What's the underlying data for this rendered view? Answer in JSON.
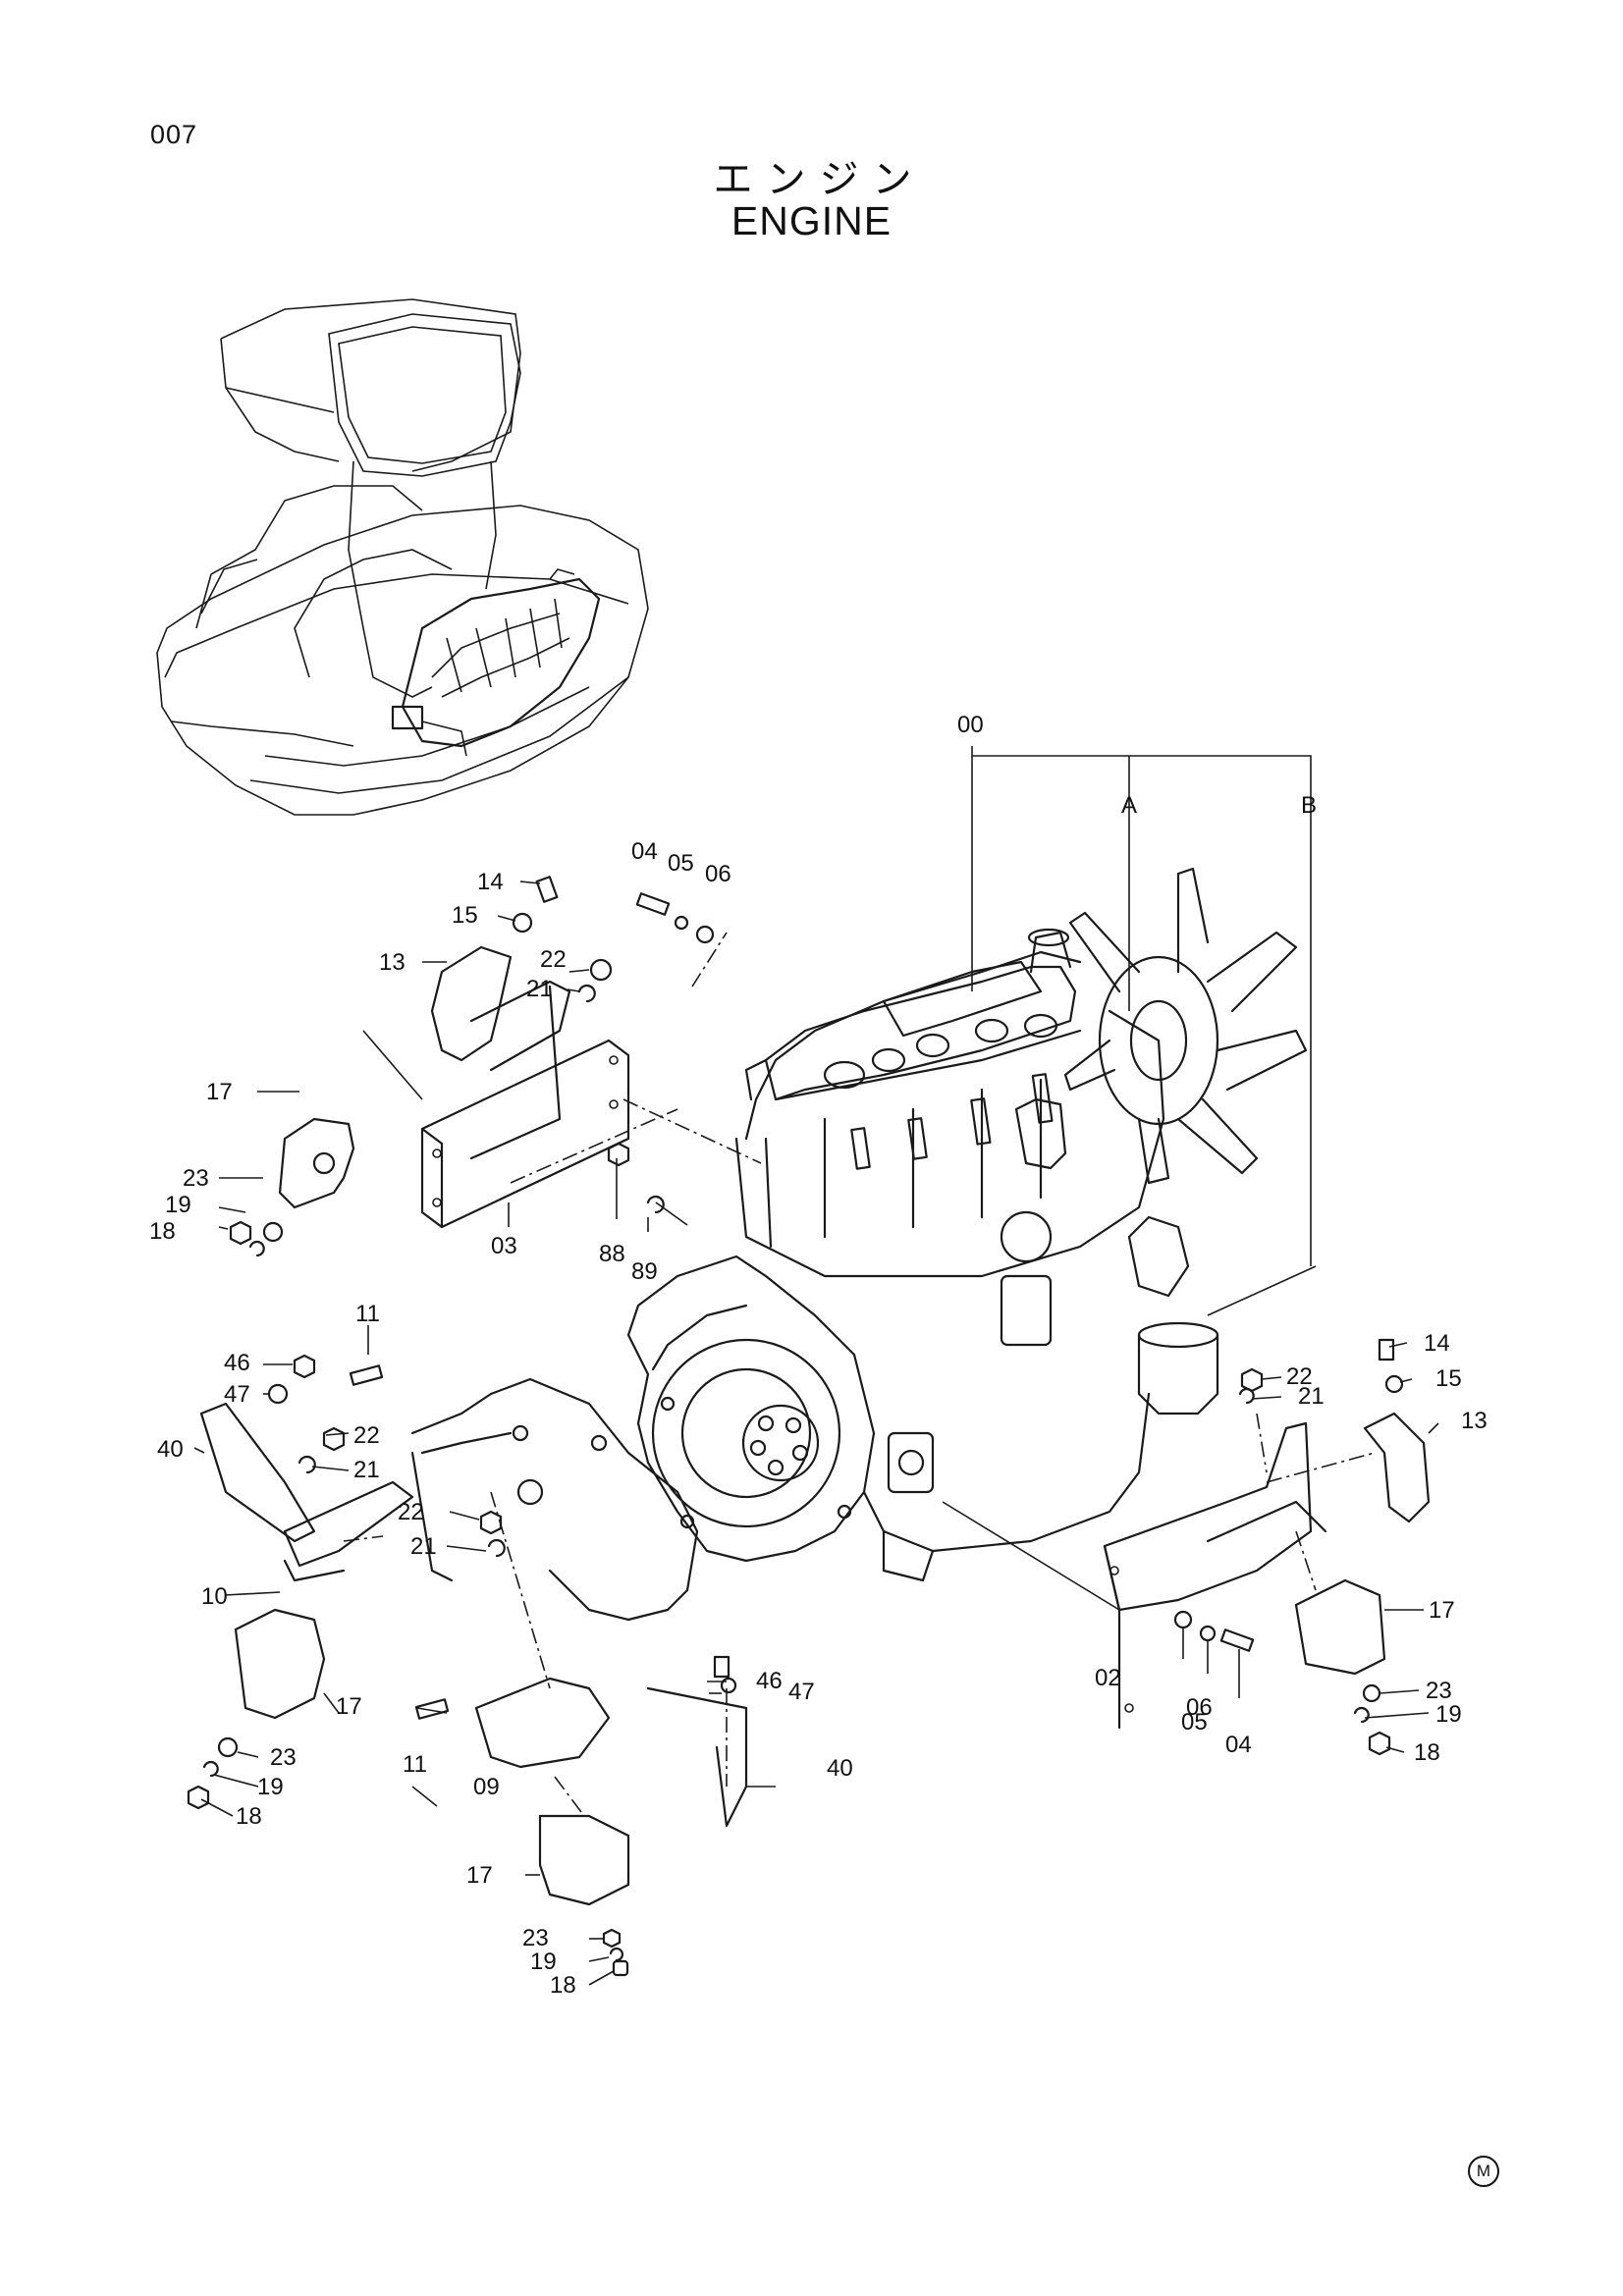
{
  "header": {
    "page_number": "007",
    "title_japanese": "エンジン",
    "title_english": "ENGINE"
  },
  "footer": {
    "mark": "M"
  },
  "callouts": {
    "c00": "00",
    "cA": "A",
    "cB": "B",
    "c04a": "04",
    "c05a": "05",
    "c06a": "06",
    "c14a": "14",
    "c15a": "15",
    "c13a": "13",
    "c22a": "22",
    "c21a": "21",
    "c17a": "17",
    "c23a": "23",
    "c19a": "19",
    "c18a": "18",
    "c03": "03",
    "c88": "88",
    "c89": "89",
    "c11a": "11",
    "c46a": "46",
    "c47a": "47",
    "c40a": "40",
    "c22b": "22",
    "c21b": "21",
    "c10": "10",
    "c17b": "17",
    "c23b": "23",
    "c19b": "19",
    "c18b": "18",
    "c22c": "22",
    "c21c": "21",
    "c11b": "11",
    "c09": "09",
    "c46b": "46",
    "c47b": "47",
    "c40b": "40",
    "c17c": "17",
    "c23c": "23",
    "c19c": "19",
    "c18c": "18",
    "c14b": "14",
    "c15b": "15",
    "c13b": "13",
    "c22d": "22",
    "c21d": "21",
    "c02": "02",
    "c06b": "06",
    "c05b": "05",
    "c04b": "04",
    "c17d": "17",
    "c23d": "23",
    "c19d": "19",
    "c18d": "18"
  }
}
